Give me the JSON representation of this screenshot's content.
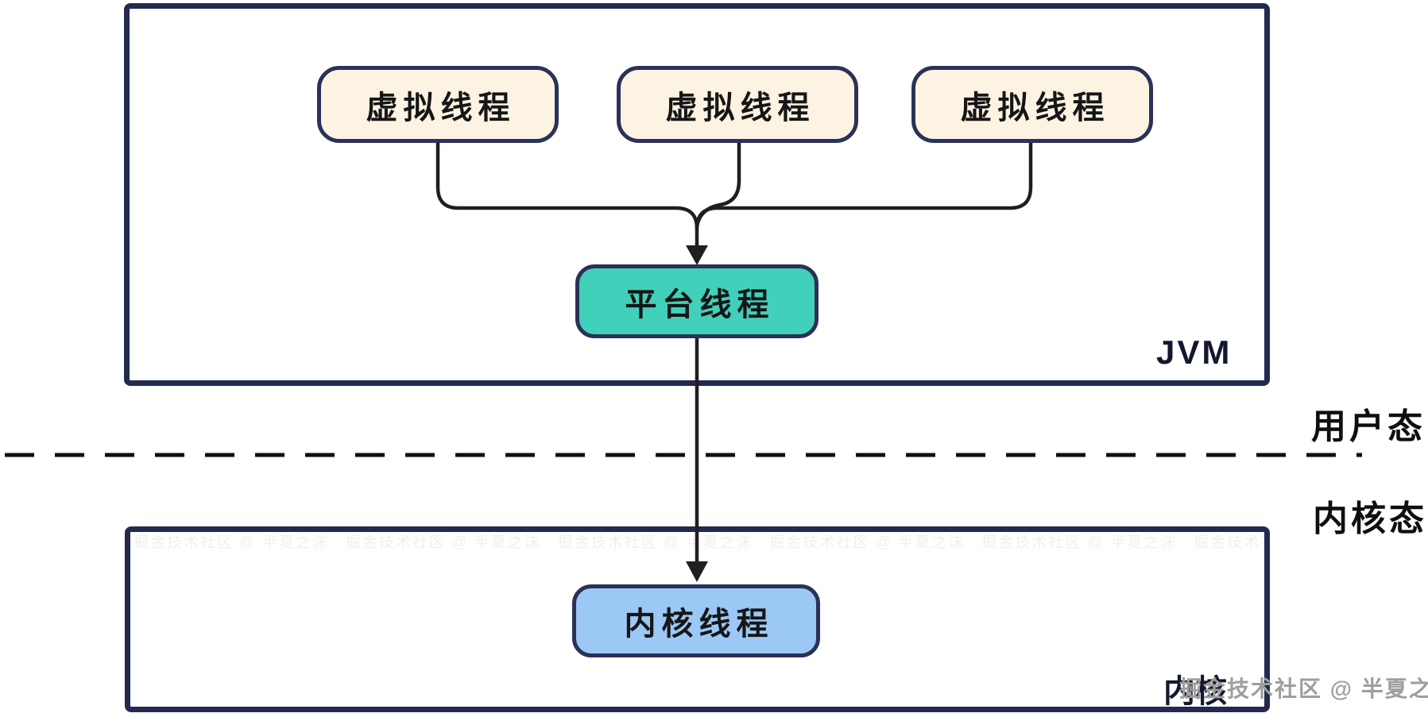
{
  "diagram": {
    "containers": {
      "jvm": {
        "label": "JVM"
      },
      "kernel": {
        "label": "内核"
      }
    },
    "nodes": {
      "virtual_thread_1": "虚拟线程",
      "virtual_thread_2": "虚拟线程",
      "virtual_thread_3": "虚拟线程",
      "platform_thread": "平台线程",
      "kernel_thread": "内核线程"
    },
    "mode_labels": {
      "user": "用户态",
      "kernel": "内核态"
    },
    "watermark": {
      "credit": "掘金技术社区 @ 半夏之沫"
    },
    "colors": {
      "container_border": "#232a4e",
      "node_border": "#2b3157",
      "virtual_thread_fill": "#fcf3e2",
      "platform_thread_fill": "#41d0ba",
      "kernel_thread_fill": "#9cc8f6",
      "connector_line": "#1f1f1f",
      "watermark_gray": "#9e9e9e"
    }
  }
}
